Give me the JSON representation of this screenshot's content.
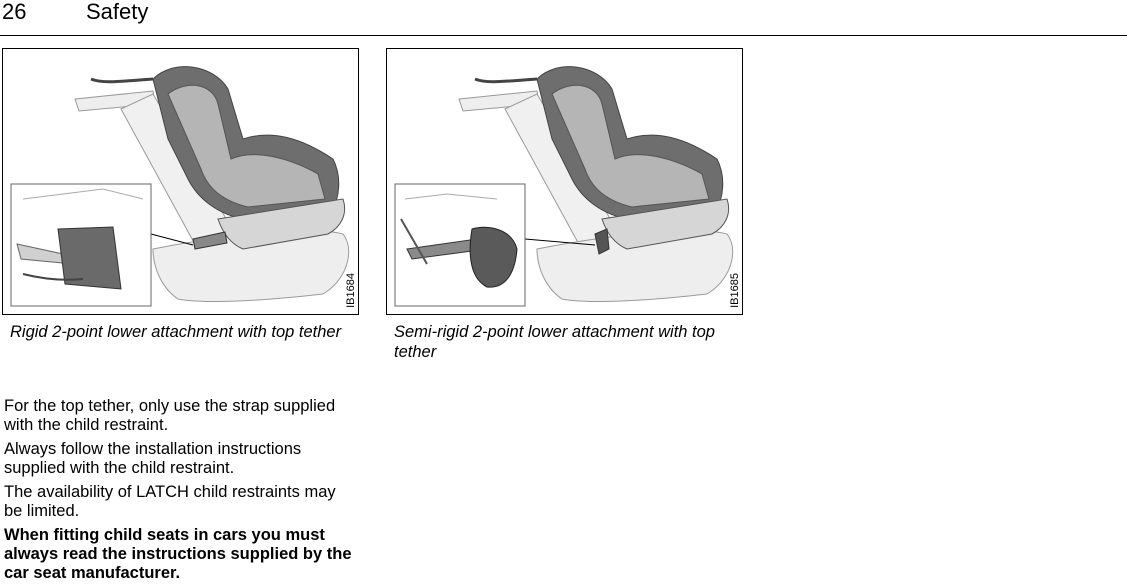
{
  "header": {
    "page_number": "26",
    "section_title": "Safety"
  },
  "figures": [
    {
      "code": "IB1684",
      "caption": "Rigid 2-point lower attachment with top tether"
    },
    {
      "code": "IB1685",
      "caption": "Semi-rigid 2-point lower attachment with top tether"
    }
  ],
  "body": {
    "paragraphs": [
      "For the top tether, only use the strap supplied with the child restraint.",
      "Always follow the installation instructions supplied with the child restraint.",
      "The availability of LATCH child restraints may be limited."
    ],
    "warning": "When fitting child seats in cars you must always read the instructions supplied by the car seat manufacturer."
  }
}
